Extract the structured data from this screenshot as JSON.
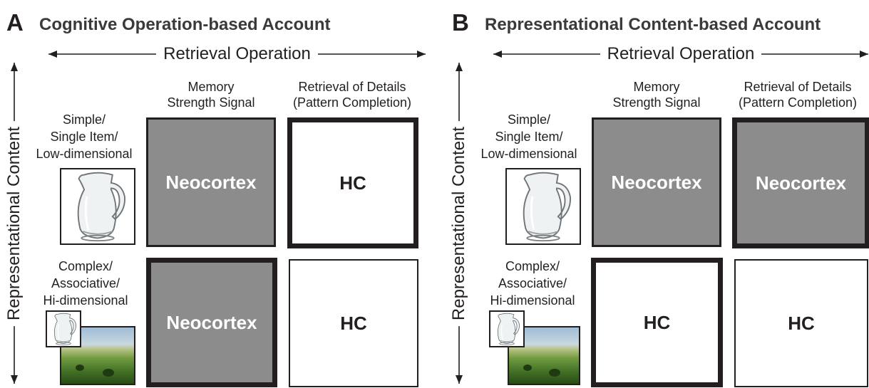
{
  "panel_a": {
    "letter": "A",
    "title": "Cognitive Operation-based Account",
    "horizontal_axis": "Retrieval Operation",
    "vertical_axis": "Representational Content",
    "columns": [
      {
        "line1": "Memory",
        "line2": "Strength Signal"
      },
      {
        "line1": "Retrieval of Details",
        "line2": "(Pattern Completion)"
      }
    ],
    "rows": [
      {
        "line1": "Simple/",
        "line2": "Single Item/",
        "line3": "Low-dimensional"
      },
      {
        "line1": "Complex/",
        "line2": "Associative/",
        "line3": "Hi-dimensional"
      }
    ],
    "cells": [
      {
        "label": "Neocortex",
        "fill": "gray",
        "border": "thick"
      },
      {
        "label": "HC",
        "fill": "white",
        "border": "extra-thick"
      },
      {
        "label": "Neocortex",
        "fill": "gray",
        "border": "extra-thick"
      },
      {
        "label": "HC",
        "fill": "white",
        "border": "thin"
      }
    ]
  },
  "panel_b": {
    "letter": "B",
    "title": "Representational Content-based Account",
    "horizontal_axis": "Retrieval Operation",
    "vertical_axis": "Representational Content",
    "columns": [
      {
        "line1": "Memory",
        "line2": "Strength Signal"
      },
      {
        "line1": "Retrieval of Details",
        "line2": "(Pattern Completion)"
      }
    ],
    "rows": [
      {
        "line1": "Simple/",
        "line2": "Single Item/",
        "line3": "Low-dimensional"
      },
      {
        "line1": "Complex/",
        "line2": "Associative/",
        "line3": "Hi-dimensional"
      }
    ],
    "cells": [
      {
        "label": "Neocortex",
        "fill": "gray",
        "border": "thick"
      },
      {
        "label": "Neocortex",
        "fill": "gray",
        "border": "extra-thick"
      },
      {
        "label": "HC",
        "fill": "white",
        "border": "extra-thick"
      },
      {
        "label": "HC",
        "fill": "white",
        "border": "thin"
      }
    ]
  },
  "icons": {
    "single_item": "pitcher-icon",
    "scene": "landscape-photo"
  },
  "colors": {
    "gray_fill": "#8c8c8c",
    "border": "#231f20",
    "text": "#231f20"
  }
}
